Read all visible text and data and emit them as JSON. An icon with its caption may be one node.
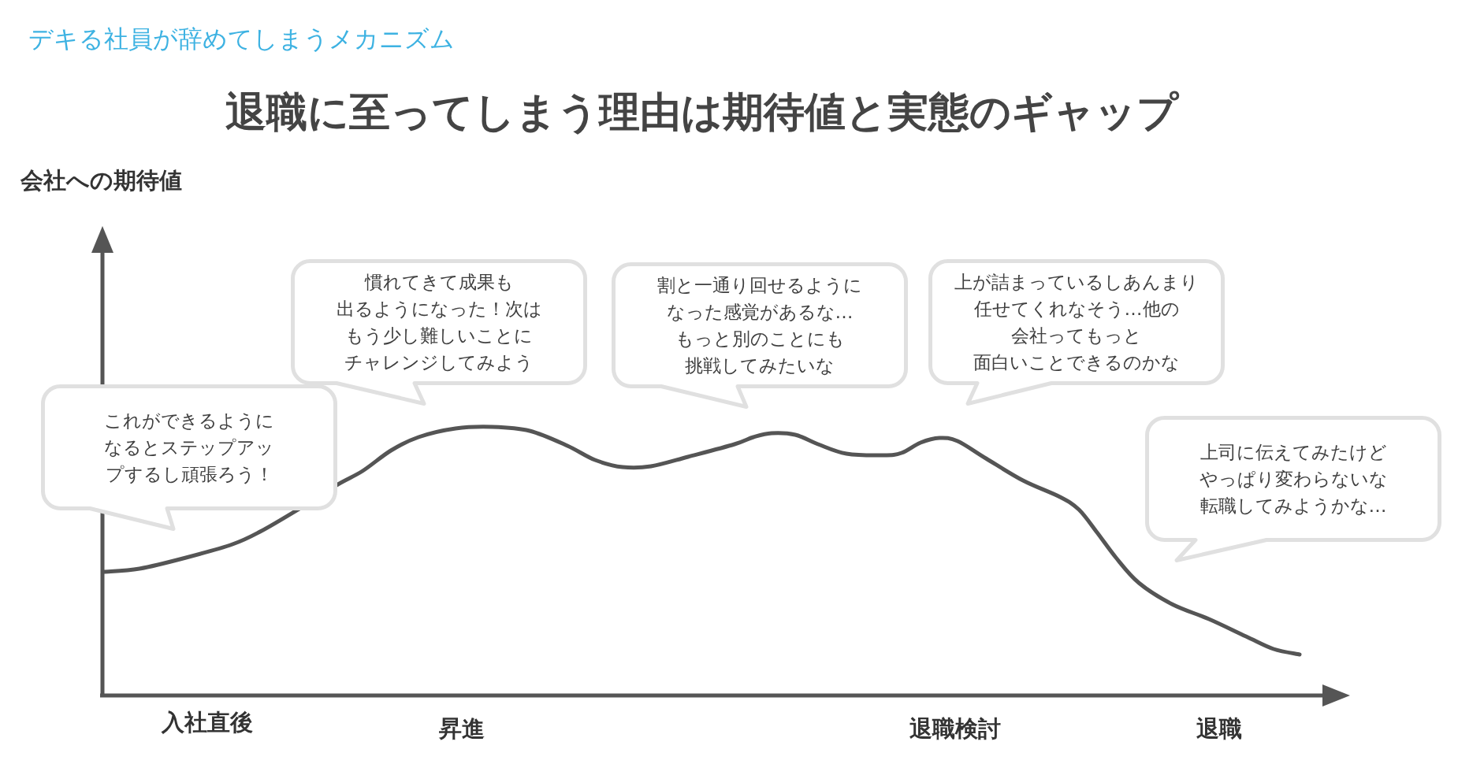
{
  "diagram": {
    "title": "退職に至ってしまう理由は期待値と実態のギャップ",
    "nodes": [
      {
        "text": [
          "これができるようになるとステップアップするし頑張ろう！"
        ]
      },
      {
        "text": [
          "慣れてきて成果も出るようになった！次はもう少し難しいことにチャレンジしてみよう"
        ]
      },
      {
        "text": [
          "割と一通り回せるようになった感覚があるな…もっと別のことにも挑戦してみたいな"
        ]
      },
      {
        "text": [
          "上が詰まっているしあんまり任せてくれなそう…他の会社ってもっと面白いことできるのかな"
        ]
      },
      {
        "text": [
          "上司に伝えてみたけどやっぱり変わらないな転職してみようかな…"
        ]
      }
    ],
    "labels": [
      "デキる社員が辞めてしまうメカニズム",
      "会社への期待値",
      "入社直後",
      "昇進",
      "退職検討",
      "退職"
    ]
  }
}
